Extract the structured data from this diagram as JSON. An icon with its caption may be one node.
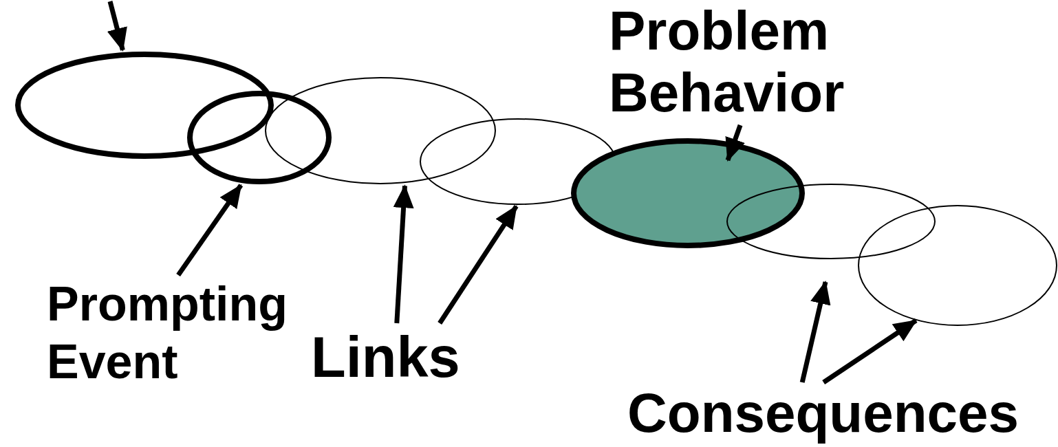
{
  "diagram": {
    "nodes": [
      {
        "text": [],
        "shape": "ellipse"
      },
      {
        "text": [],
        "shape": "ellipse"
      },
      {
        "text": [],
        "shape": "ellipse"
      },
      {
        "text": [],
        "shape": "ellipse"
      },
      {
        "text": [],
        "shape": "ellipse"
      },
      {
        "text": [],
        "shape": "ellipse"
      },
      {
        "text": [],
        "shape": "ellipse"
      },
      {
        "text": [
          "Prompting Event"
        ]
      },
      {
        "text": [
          "Links"
        ]
      },
      {
        "text": [
          "Problem Behavior"
        ]
      },
      {
        "text": [
          "Consequences"
        ]
      }
    ],
    "edges": [
      {
        "from": null,
        "to": 0,
        "arrow": "to"
      },
      {
        "from": 7,
        "to": 1,
        "arrow": "to"
      },
      {
        "from": 8,
        "to": 2,
        "arrow": "to"
      },
      {
        "from": 8,
        "to": 3,
        "arrow": "to"
      },
      {
        "from": 9,
        "to": 4,
        "arrow": "to"
      },
      {
        "from": 10,
        "to": 5,
        "arrow": "to"
      },
      {
        "from": 10,
        "to": 6,
        "arrow": "to"
      }
    ]
  }
}
